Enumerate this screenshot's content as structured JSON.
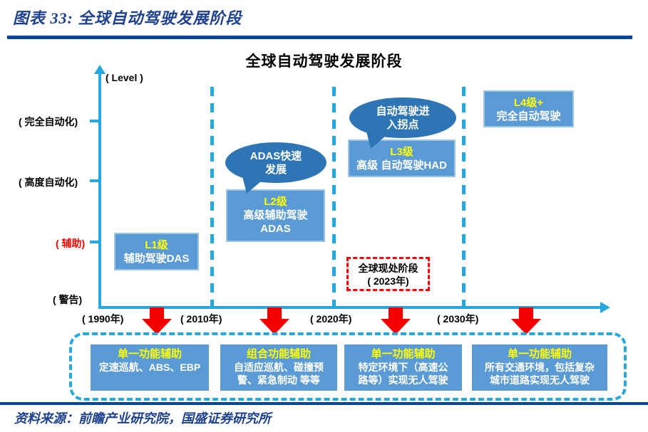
{
  "header": {
    "caption": "图表 33:  全球自动驾驶发展阶段"
  },
  "chart": {
    "title": "全球自动驾驶发展阶段",
    "y_axis": {
      "label": "( Level )",
      "ticks": [
        "( 完全自动化)",
        "( 高度自动化)",
        "( 辅助)",
        "( 警告)"
      ]
    },
    "x_axis": {
      "ticks": [
        "( 1990年)",
        "( 2010年)",
        "( 2020年)",
        "( 2030年)"
      ]
    },
    "stages": [
      {
        "name": "L1级",
        "lines": [
          "辅助驾驶DAS"
        ]
      },
      {
        "name": "L2级",
        "lines": [
          "高级辅助驾驶",
          "ADAS"
        ]
      },
      {
        "name": "L3级",
        "lines": [
          "高级 自动驾驶HAD"
        ]
      },
      {
        "name": "L4级+",
        "lines": [
          "完全自动驾驶"
        ]
      }
    ],
    "bubbles": [
      {
        "lines": [
          "ADAS快速",
          "发展"
        ]
      },
      {
        "lines": [
          "自动驾驶进",
          "入拐点"
        ]
      }
    ],
    "current_stage": {
      "lines": [
        "全球现处阶段",
        "( 2023年)"
      ]
    },
    "features": [
      {
        "title": "单一功能辅助",
        "lines": [
          "定速巡航、ABS、EBP",
          ""
        ]
      },
      {
        "title": "组合功能辅助",
        "lines": [
          "自适应巡航、碰撞预",
          "警、紧急制动 等等"
        ]
      },
      {
        "title": "单一功能辅助",
        "lines": [
          "特定环境下（高速公",
          "路等）实现无人驾驶"
        ]
      },
      {
        "title": "单一功能辅助",
        "lines": [
          "所有交通环境，包括复杂",
          "城市道路实现无人驾驶"
        ]
      }
    ]
  },
  "footer": {
    "source": "资料来源：前瞻产业研究院，国盛证券研究所"
  },
  "colors": {
    "axis_cyan": "#25A8E0",
    "stage_box_blue": "#5B9BD5",
    "bubble_blue": "#2E75B6",
    "highlight_yellow": "#FFFF00",
    "alert_red": "#FF0000",
    "navy_rule": "#05459B",
    "navy_text": "#1E418F"
  }
}
